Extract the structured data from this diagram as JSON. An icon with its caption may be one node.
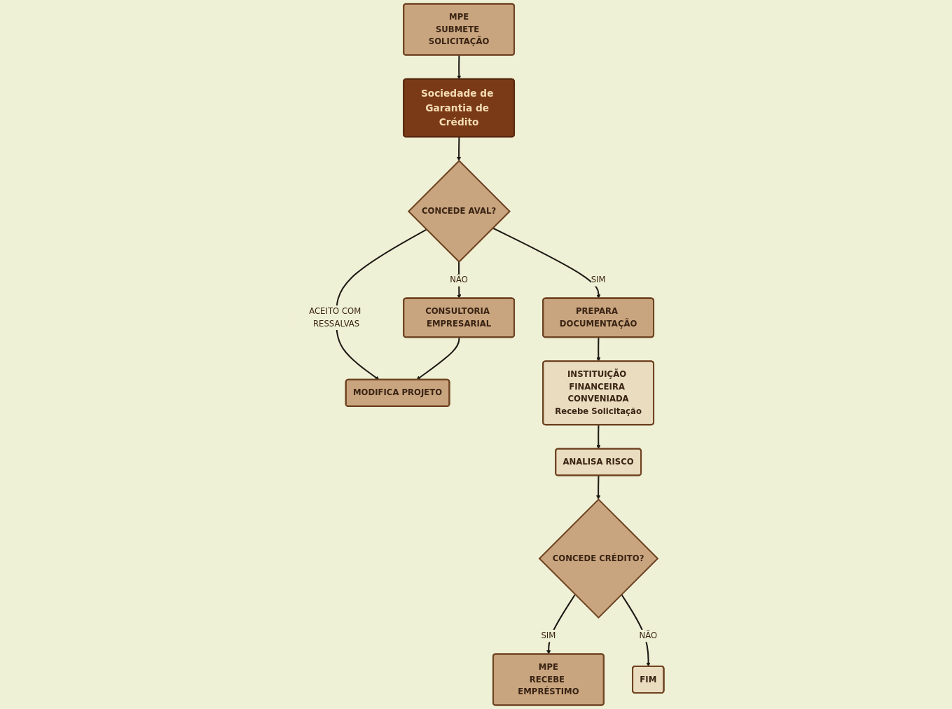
{
  "diagram": {
    "nodes": [
      {
        "text": [
          "MPE",
          "SUBMETE SOLICITAÇÃO"
        ]
      },
      {
        "text": [
          "Sociedade de Garantia de Crédito"
        ]
      },
      {
        "text": [
          "CONCEDE AVAL?"
        ]
      },
      {
        "text": [
          "MODIFICA PROJETO"
        ]
      },
      {
        "text": [
          "PREPARA DOCUMENTAÇÃO"
        ]
      },
      {
        "text": [
          "CONSULTORIA EMPRESARIAL"
        ]
      },
      {
        "text": [
          "INSTITUIÇÃO FINANCEIRA CONVENIADA",
          "Recebe Solicitação"
        ]
      },
      {
        "text": [
          "ANALISA RISCO"
        ]
      },
      {
        "text": [
          "CONCEDE CRÉDITO?"
        ]
      },
      {
        "text": [
          "MPE",
          "RECEBE EMPRÉSTIMO"
        ]
      },
      {
        "text": [
          "FIM"
        ]
      }
    ],
    "edges": [
      {
        "from": 0,
        "to": 1,
        "arrow": "to"
      },
      {
        "from": 1,
        "to": 2,
        "arrow": "to"
      },
      {
        "from": 2,
        "to": 3,
        "arrow": "to",
        "label": "ACEITO COM RESSALVAS"
      },
      {
        "from": 2,
        "to": 4,
        "arrow": "to",
        "label": "SIM"
      },
      {
        "from": 2,
        "to": 5,
        "arrow": "to",
        "label": "NÃO"
      },
      {
        "from": 5,
        "to": 3,
        "arrow": "to"
      },
      {
        "from": 4,
        "to": 6,
        "arrow": "to"
      },
      {
        "from": 6,
        "to": 7,
        "arrow": "to"
      },
      {
        "from": 7,
        "to": 8,
        "arrow": "to"
      },
      {
        "from": 8,
        "to": 9,
        "arrow": "to",
        "label": "SIM"
      },
      {
        "from": 8,
        "to": 10,
        "arrow": "to",
        "label": "NÃO"
      }
    ]
  }
}
